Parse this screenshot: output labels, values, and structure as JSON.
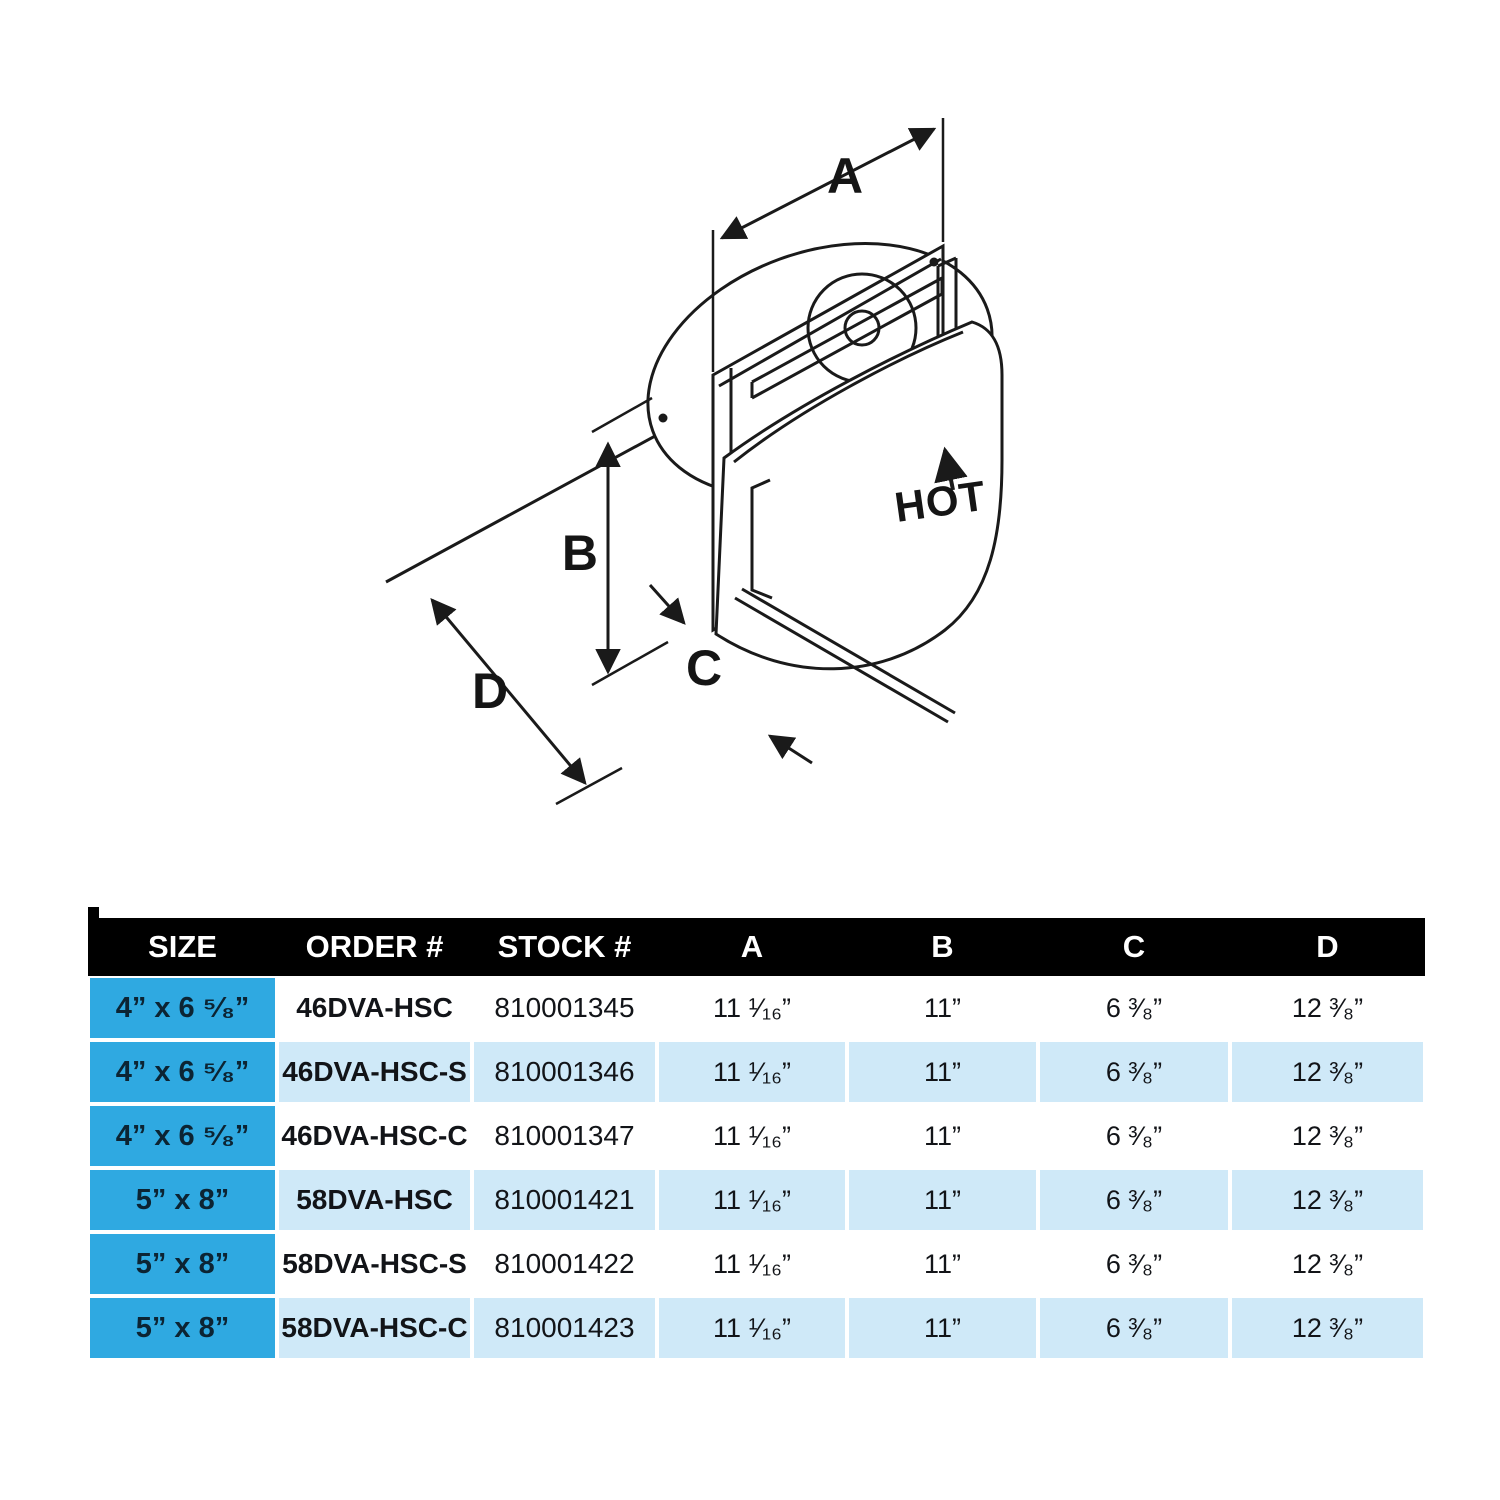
{
  "colors": {
    "header_bg": "#000000",
    "size_bg": "#2fa9e1",
    "alt_row_bg": "#cfe9f8",
    "line": "#1a1a1a"
  },
  "diagram": {
    "dim_a": "A",
    "dim_b": "B",
    "dim_c": "C",
    "dim_d": "D",
    "hot_label": "HOT"
  },
  "table": {
    "headers": [
      "SIZE",
      "ORDER #",
      "STOCK #",
      "A",
      "B",
      "C",
      "D"
    ],
    "rows": [
      {
        "size": "4” x 6 ⁵⁄₈”",
        "order": "46DVA-HSC",
        "stock": "810001345",
        "a": "11 ¹⁄₁₆”",
        "b": "11”",
        "c": "6 ³⁄₈”",
        "d": "12 ³⁄₈”"
      },
      {
        "size": "4” x 6 ⁵⁄₈”",
        "order": "46DVA-HSC-S",
        "stock": "810001346",
        "a": "11 ¹⁄₁₆”",
        "b": "11”",
        "c": "6 ³⁄₈”",
        "d": "12 ³⁄₈”"
      },
      {
        "size": "4” x 6 ⁵⁄₈”",
        "order": "46DVA-HSC-C",
        "stock": "810001347",
        "a": "11 ¹⁄₁₆”",
        "b": "11”",
        "c": "6 ³⁄₈”",
        "d": "12 ³⁄₈”"
      },
      {
        "size": "5” x 8”",
        "order": "58DVA-HSC",
        "stock": "810001421",
        "a": "11 ¹⁄₁₆”",
        "b": "11”",
        "c": "6 ³⁄₈”",
        "d": "12 ³⁄₈”"
      },
      {
        "size": "5” x 8”",
        "order": "58DVA-HSC-S",
        "stock": "810001422",
        "a": "11 ¹⁄₁₆”",
        "b": "11”",
        "c": "6 ³⁄₈”",
        "d": "12 ³⁄₈”"
      },
      {
        "size": "5” x 8”",
        "order": "58DVA-HSC-C",
        "stock": "810001423",
        "a": "11 ¹⁄₁₆”",
        "b": "11”",
        "c": "6 ³⁄₈”",
        "d": "12 ³⁄₈”"
      }
    ]
  }
}
